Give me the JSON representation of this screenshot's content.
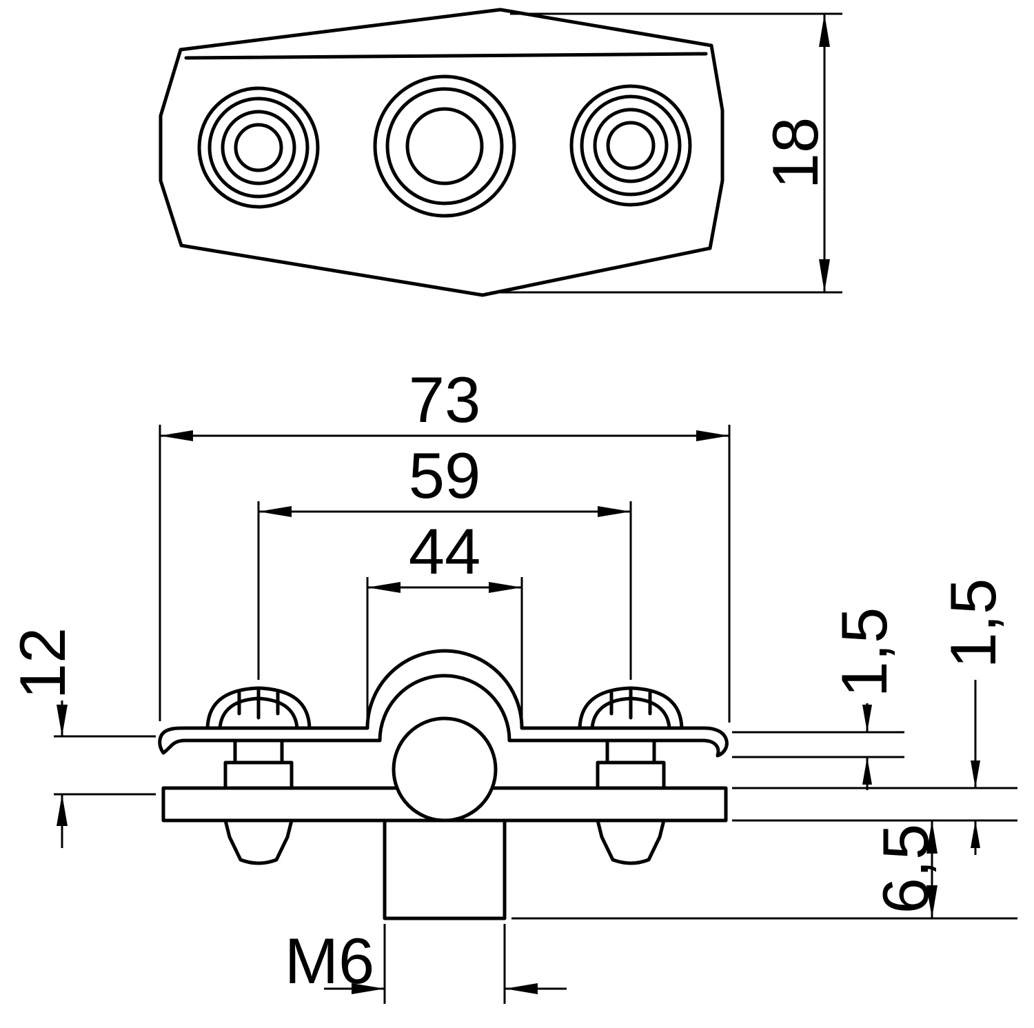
{
  "colors": {
    "line": "#000000",
    "background": "#ffffff"
  },
  "top_view": {
    "dim_height": "18"
  },
  "front_view": {
    "dim_overall_width": "73",
    "dim_screw_spacing": "59",
    "dim_saddle_width": "44",
    "dim_side_height": "12",
    "dim_strap_thickness": "1,5",
    "dim_plate_thickness": "1,5",
    "dim_stud_height": "6,5",
    "dim_thread": "M6"
  }
}
